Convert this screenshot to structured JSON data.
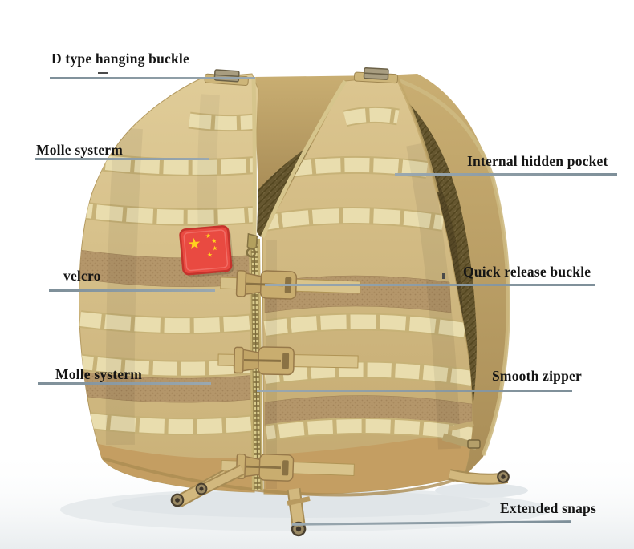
{
  "scene": {
    "type": "annotated-product-image",
    "subject": "tactical MOLLE vest, khaki/tan, three-quarter front view",
    "background": "#ffffff"
  },
  "palette": {
    "pointer_line": "#8a99a3",
    "label_text": "#151515",
    "vest_fabric": "#d5c08a",
    "webbing_strip": "#e9ddae",
    "velcro_band": "#b4966a",
    "inner_mesh": "#65562f",
    "buckle_plastic": "#c9ad6f",
    "flag_red": "#e94a41",
    "flag_star_yellow": "#ffd21e",
    "bottom_band": "#c49e62"
  },
  "vest": {
    "flag_star": "★"
  },
  "annotations": [
    {
      "id": "d-type-hanging-buckle",
      "label": "D type hanging buckle",
      "side": "left"
    },
    {
      "id": "molle-system-top",
      "label": "Molle systerm",
      "side": "left"
    },
    {
      "id": "internal-hidden-pocket",
      "label": "Internal hidden pocket",
      "side": "right"
    },
    {
      "id": "velcro",
      "label": "velcro",
      "side": "left"
    },
    {
      "id": "quick-release-buckle",
      "label": "Quick release buckle",
      "side": "right"
    },
    {
      "id": "molle-system-bottom",
      "label": "Molle systerm",
      "side": "left"
    },
    {
      "id": "smooth-zipper",
      "label": "Smooth zipper",
      "side": "right"
    },
    {
      "id": "extended-snaps",
      "label": "Extended snaps",
      "side": "right"
    }
  ]
}
